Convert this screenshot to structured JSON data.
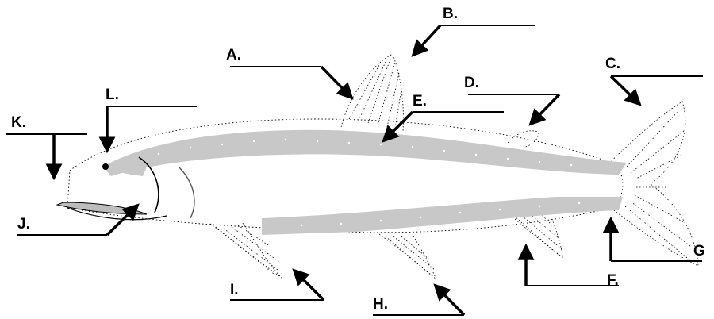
{
  "labels": {
    "a": "A.",
    "b": "B.",
    "c": "C.",
    "d": "D.",
    "e_upper": "E.",
    "f": "F.",
    "g": "G",
    "h": "H.",
    "i": "I.",
    "j": "J.",
    "k": "K.",
    "l": "L."
  },
  "colors": {
    "ink": "#000000",
    "lateral_band": "#c8c8c8"
  }
}
